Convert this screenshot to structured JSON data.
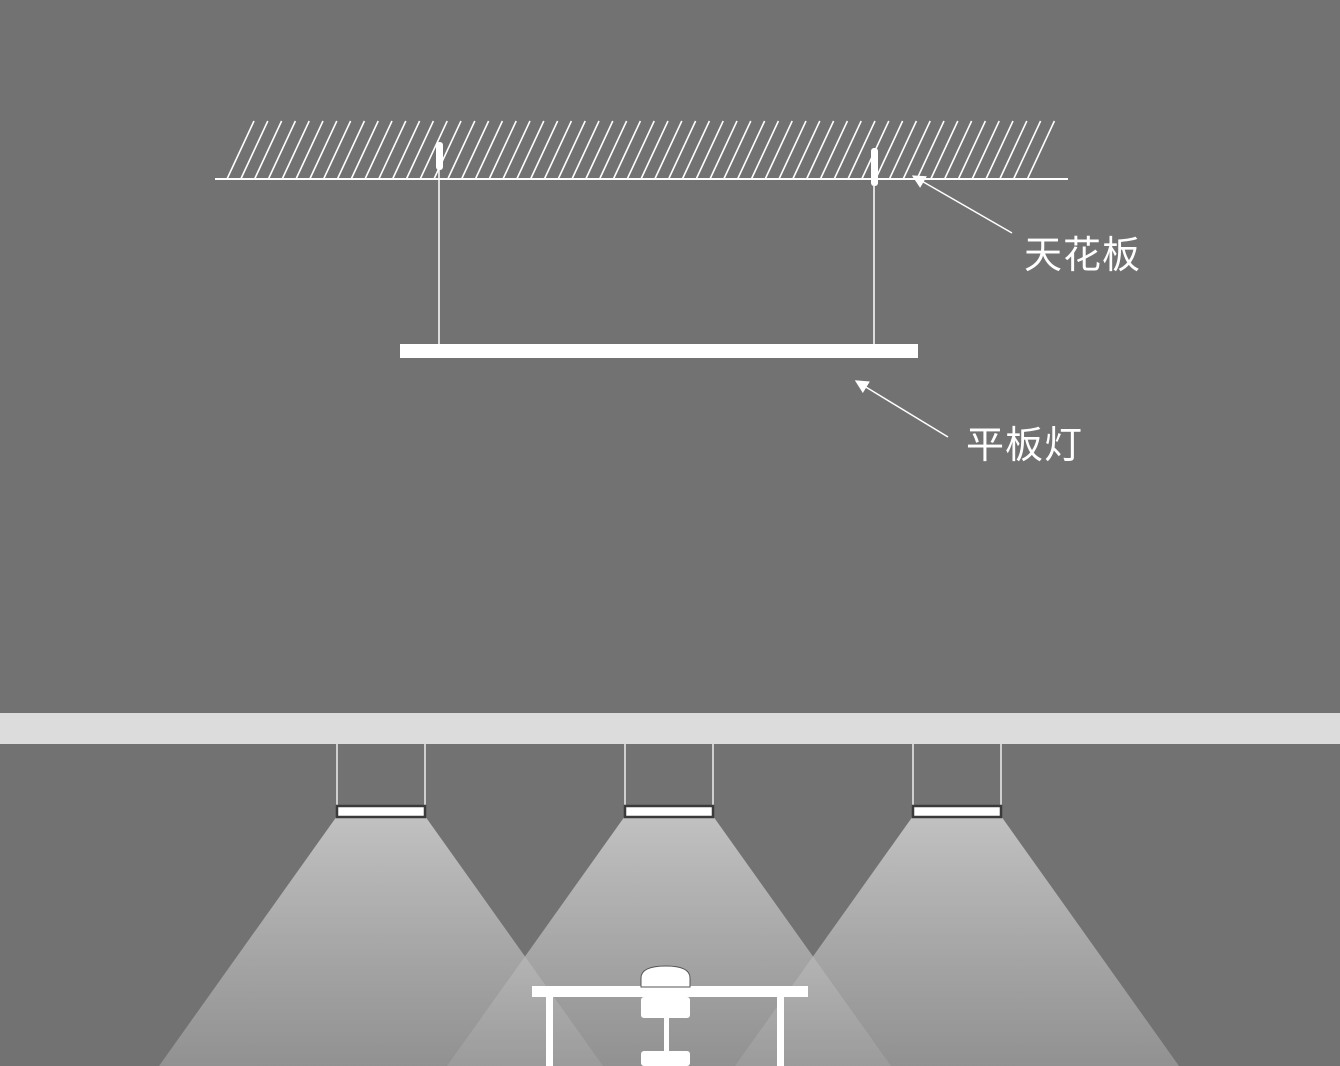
{
  "labels": {
    "ceiling": "天花板",
    "panel_light": "平板灯"
  },
  "colors": {
    "background": "#727272",
    "line": "#ffffff",
    "ceiling_band": "#dcdcdc",
    "beam_top": "#d9d9d9",
    "beam_bottom": "#9c9c9c"
  },
  "bottom_scene": {
    "lamp_count": 3
  }
}
